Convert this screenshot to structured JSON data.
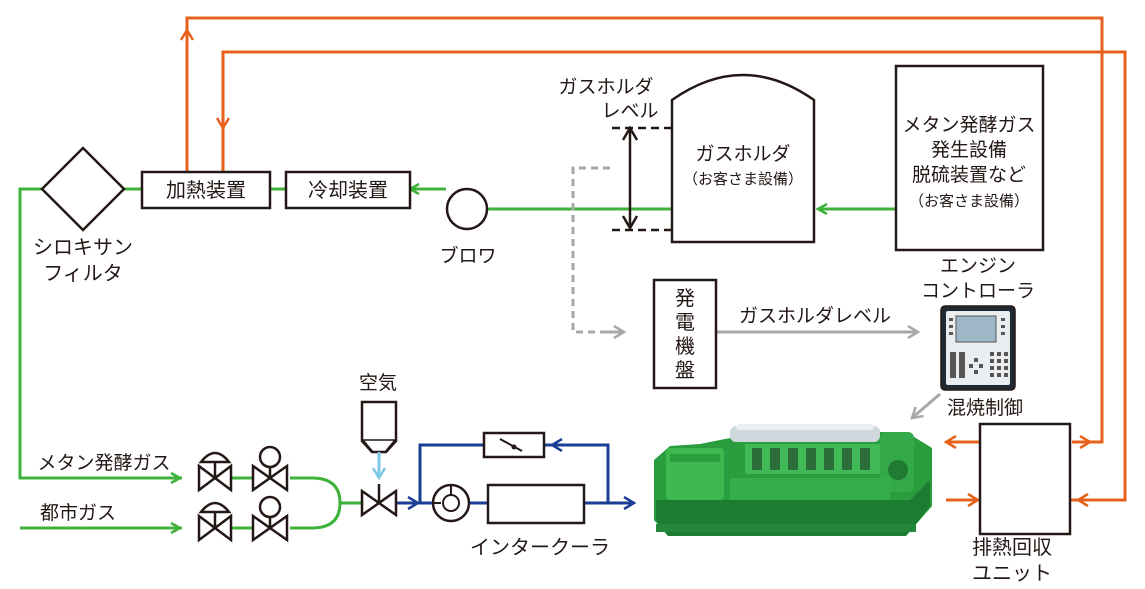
{
  "labels": {
    "siloxane_filter": [
      "シロキサン",
      "フィルタ"
    ],
    "heater": "加熱装置",
    "cooler": "冷却装置",
    "blower": "ブロワ",
    "gasholder_level": [
      "ガスホルダ",
      "レベル"
    ],
    "gasholder": "ガスホルダ",
    "gasholder_note": "（お客さま設備）",
    "methane_facility": [
      "メタン発酵ガス",
      "発生設備",
      "脱硫装置など",
      "（お客さま設備）"
    ],
    "engine_controller": [
      "エンジン",
      "コントローラ"
    ],
    "generator_panel": [
      "発",
      "電",
      "機",
      "盤"
    ],
    "gasholder_level_signal": "ガスホルダレベル",
    "mixed_combustion": "混焼制御",
    "air": "空気",
    "methane_gas": "メタン発酵ガス",
    "city_gas": "都市ガス",
    "intercooler": "インタークーラ",
    "heat_recovery": [
      "排熱回収",
      "ユニット"
    ]
  },
  "colors": {
    "gas_line": "#3fb23a",
    "hot_water_line": "#e8611a",
    "cooling_line": "#1a3e95",
    "signal_line": "#a7a8a9",
    "air_line": "#7ec9e6",
    "engine_body": "#2fa84f"
  },
  "icons": {
    "siloxane_filter": "diamond",
    "blower": "circle",
    "valve": "bowtie-valve",
    "regulator": "circle-bowtie",
    "engine": "gas-engine-generator"
  }
}
